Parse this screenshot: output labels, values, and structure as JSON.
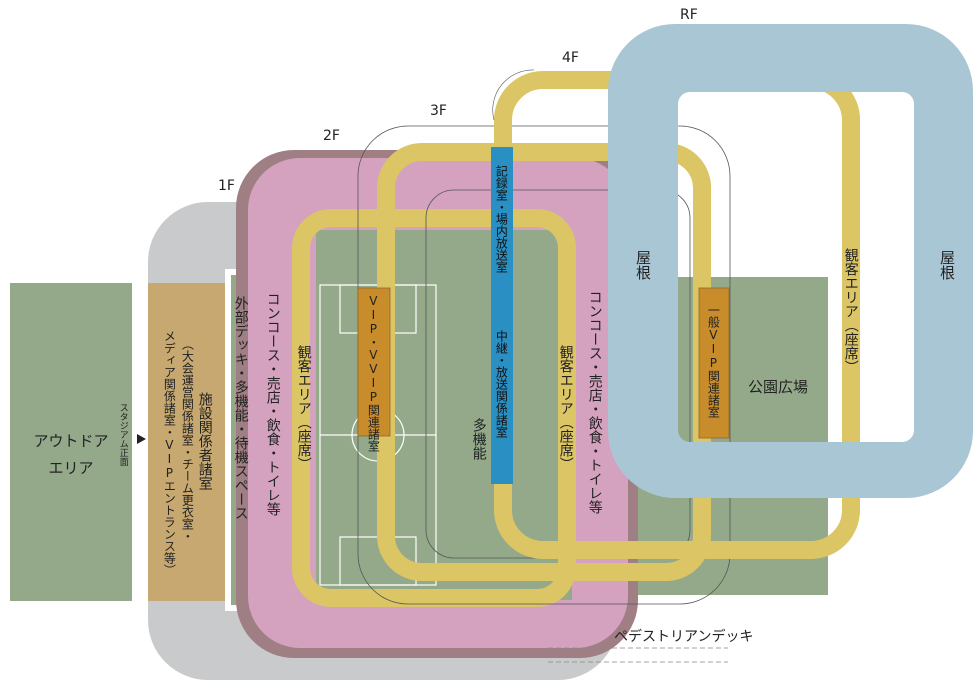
{
  "floors": {
    "f1": "1F",
    "f2": "2F",
    "f3": "3F",
    "f4": "4F",
    "rf": "RF"
  },
  "areas": {
    "outdoor": "アウトドア\nエリア",
    "stadium_front": "スタジアム正面",
    "facility": "施設関係者諸室",
    "facility_sub1": "（大会運営関係諸室・チーム更衣室・",
    "facility_sub2": "メディア関係諸室・VIPエントランス等）",
    "external_deck": "外部デッキ・多機能・待機スペース",
    "concourse": "コンコース・売店・飲食・トイレ等",
    "seats": "観客エリア（座席）",
    "vip": "VIP・VVIP関連諸室",
    "multi": "多機能",
    "recording": "記録室・場内放送室",
    "broadcast": "中継・放送関係諸室",
    "general_vip": "一般VIP関連諸室",
    "roof": "屋根",
    "park": "公園広場",
    "pedestrian": "ペデストリアンデッキ"
  },
  "colors": {
    "outdoor": "#93a98a",
    "facility": "#c6a870",
    "f1_gray": "#c9cacb",
    "concourse_outer": "#a07f84",
    "concourse": "#d4a2bf",
    "seats": "#dbc565",
    "vip": "#c98c2b",
    "field": "#93a98a",
    "multi": "#a48a8d",
    "recording": "#2a8fc2",
    "roof": "#a9c6d4",
    "park": "#93a98a"
  }
}
